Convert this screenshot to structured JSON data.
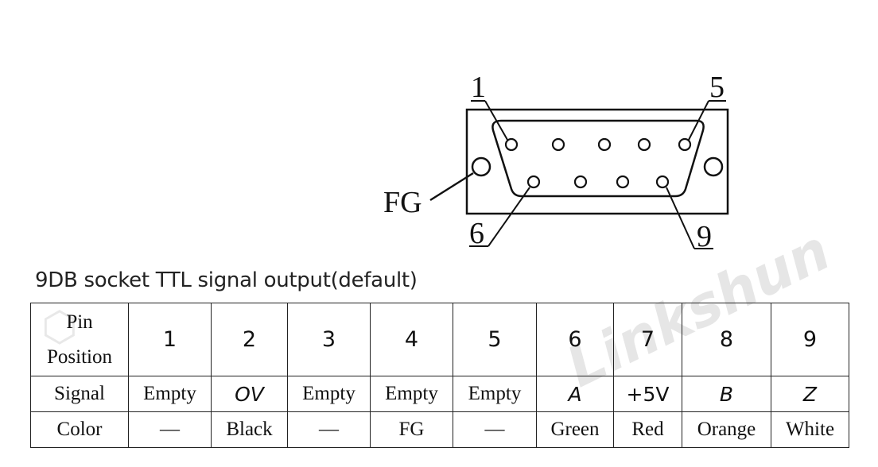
{
  "connector": {
    "pin_labels": {
      "p1": "1",
      "p5": "5",
      "p6": "6",
      "p9": "9",
      "fg": "FG"
    }
  },
  "caption": "9DB socket TTL signal output(default)",
  "watermark": "Linkshun",
  "table": {
    "header_label_line1": "Pin",
    "header_label_line2": "Position",
    "signal_label": "Signal",
    "color_label": "Color",
    "positions": [
      "1",
      "2",
      "3",
      "4",
      "5",
      "6",
      "7",
      "8",
      "9"
    ],
    "signals": [
      "Empty",
      "OV",
      "Empty",
      "Empty",
      "Empty",
      "A",
      "+5V",
      "B",
      "Z"
    ],
    "colors": [
      "—",
      "Black",
      "—",
      "FG",
      "—",
      "Green",
      "Red",
      "Orange",
      "White"
    ]
  }
}
